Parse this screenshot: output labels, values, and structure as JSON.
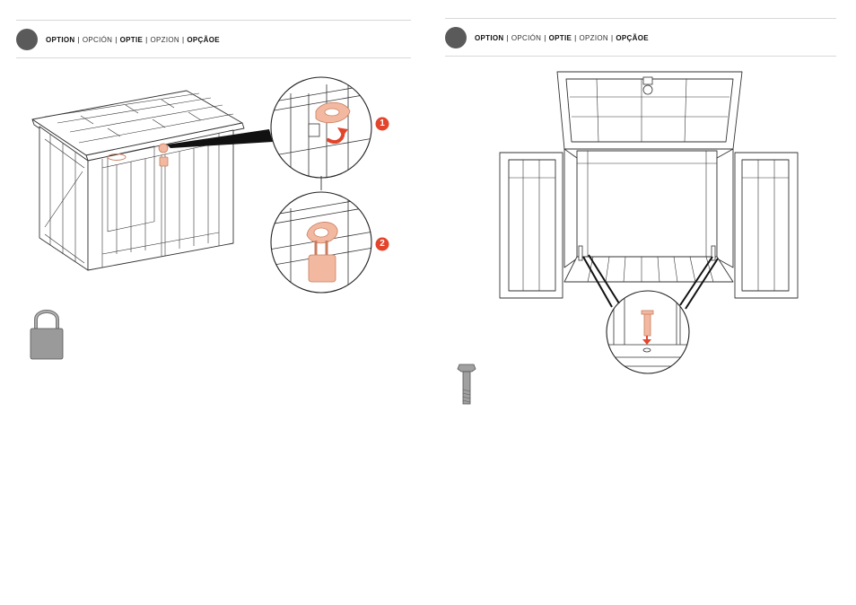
{
  "left_page": {
    "header": {
      "languages": [
        {
          "text": "OPTION",
          "weight": "bold"
        },
        {
          "text": "OPCIÓN",
          "weight": "light"
        },
        {
          "text": "OPTIE",
          "weight": "bold"
        },
        {
          "text": "OPZION",
          "weight": "light"
        },
        {
          "text": "OPÇÃOE",
          "weight": "bold"
        }
      ],
      "separator": "|"
    },
    "callouts": {
      "step_one": "1",
      "step_two": "2"
    },
    "part_icon": "padlock-icon"
  },
  "right_page": {
    "header": {
      "languages": [
        {
          "text": "OPTION",
          "weight": "bold"
        },
        {
          "text": "OPCIÓN",
          "weight": "light"
        },
        {
          "text": "OPTIE",
          "weight": "bold"
        },
        {
          "text": "OPZION",
          "weight": "light"
        },
        {
          "text": "OPÇÃOE",
          "weight": "bold"
        }
      ],
      "separator": "|"
    },
    "part_icon": "bolt-icon"
  },
  "colors": {
    "highlight": "#f2b9a0",
    "highlight_stroke": "#c97d60",
    "callout_red": "#e2452c",
    "arrow_red": "#e2452c",
    "step_dot": "#5a5a5a",
    "line": "#333333",
    "padlock_gray": "#9a9a9a"
  }
}
